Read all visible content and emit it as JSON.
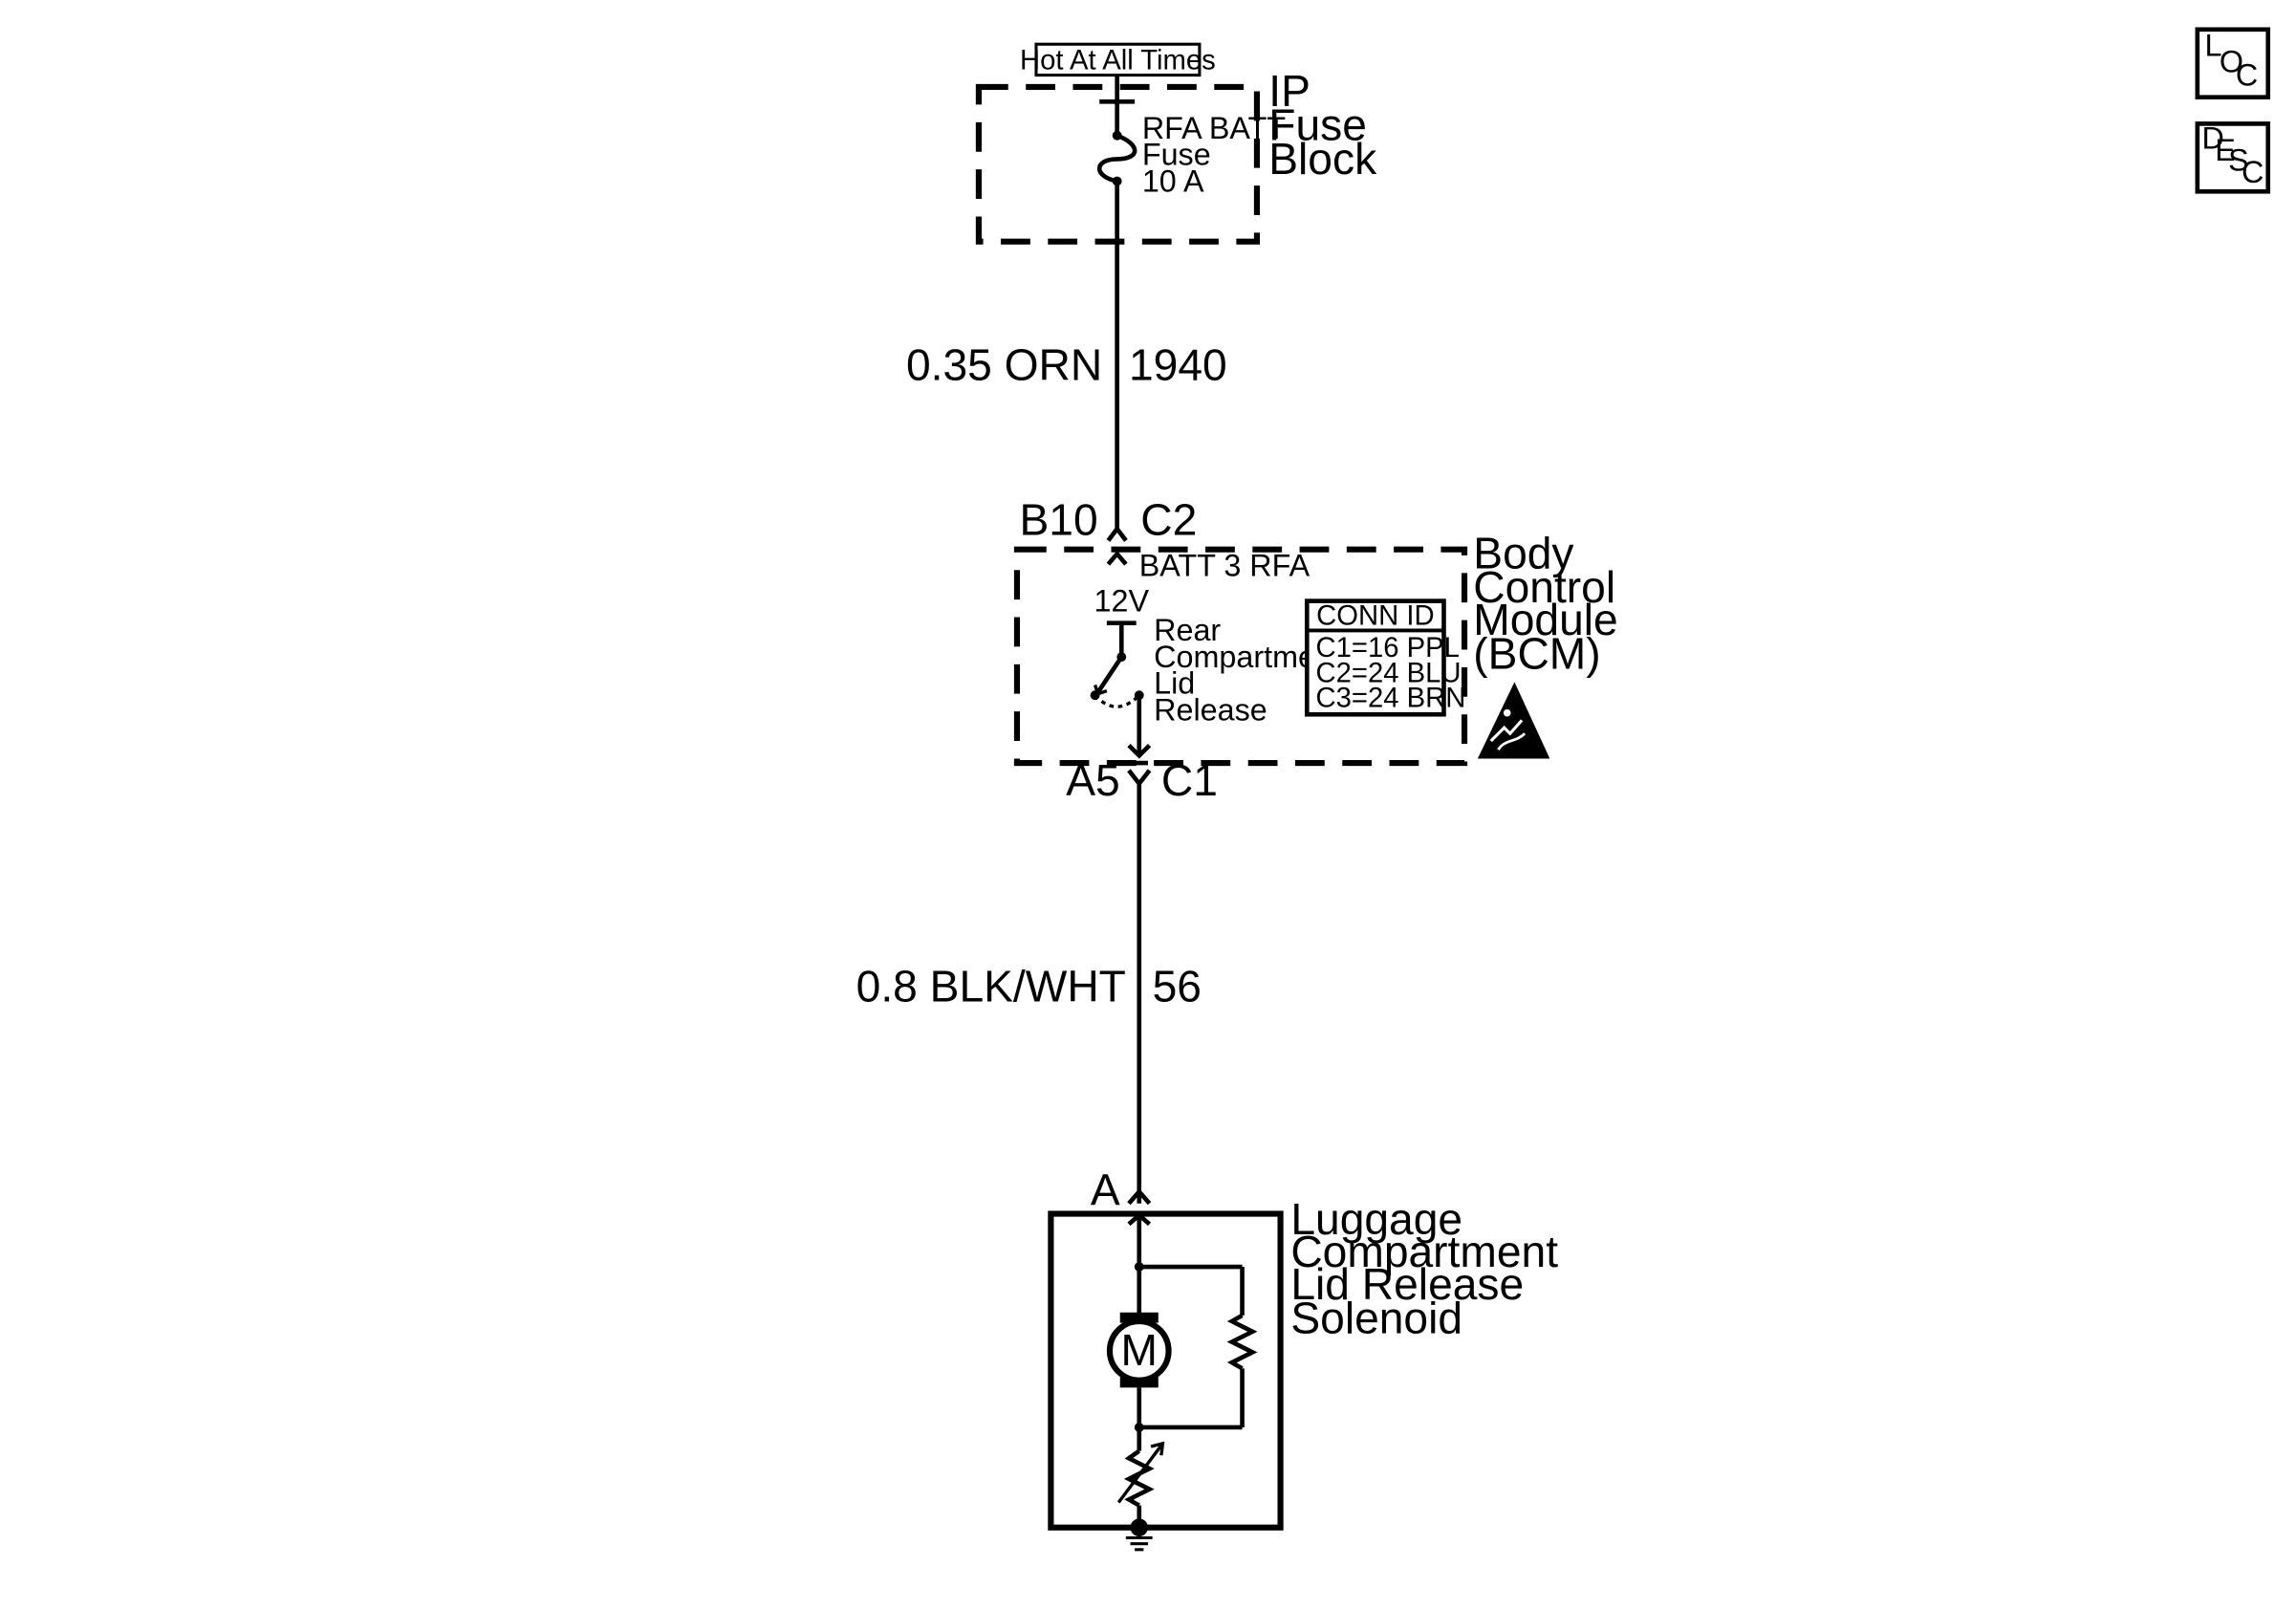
{
  "power": {
    "label": "Hot At All Times"
  },
  "fuse_block": {
    "name_lines": [
      "IP",
      "Fuse",
      "Block"
    ],
    "fuse_lines": [
      "RFA BATT",
      "Fuse",
      "10 A"
    ]
  },
  "wire_top": {
    "gauge_color": "0.35 ORN",
    "circuit": "1940"
  },
  "bcm_top_connector": {
    "pin": "B10",
    "conn": "C2",
    "terminal_label": "BATT 3 RFA"
  },
  "bcm": {
    "name_lines": [
      "Body",
      "Control",
      "Module",
      "(BCM)"
    ],
    "voltage": "12V",
    "switch_lines": [
      "Rear",
      "Compartment",
      "Lid",
      "Release"
    ],
    "conn_id": {
      "title": "CONN ID",
      "rows": [
        "C1=16 PPL",
        "C2=24 BLU",
        "C3=24 BRN"
      ]
    }
  },
  "bcm_bottom_connector": {
    "pin": "A5",
    "conn": "C1"
  },
  "wire_bottom": {
    "gauge_color": "0.8 BLK/WHT",
    "circuit": "56"
  },
  "solenoid": {
    "pin": "A",
    "name_lines": [
      "Luggage",
      "Compartment",
      "Lid Release",
      "Solenoid"
    ],
    "motor_label": "M"
  },
  "side_buttons": {
    "loc": [
      "L",
      "O",
      "C"
    ],
    "desc": [
      "D",
      "E",
      "S",
      "C"
    ]
  }
}
